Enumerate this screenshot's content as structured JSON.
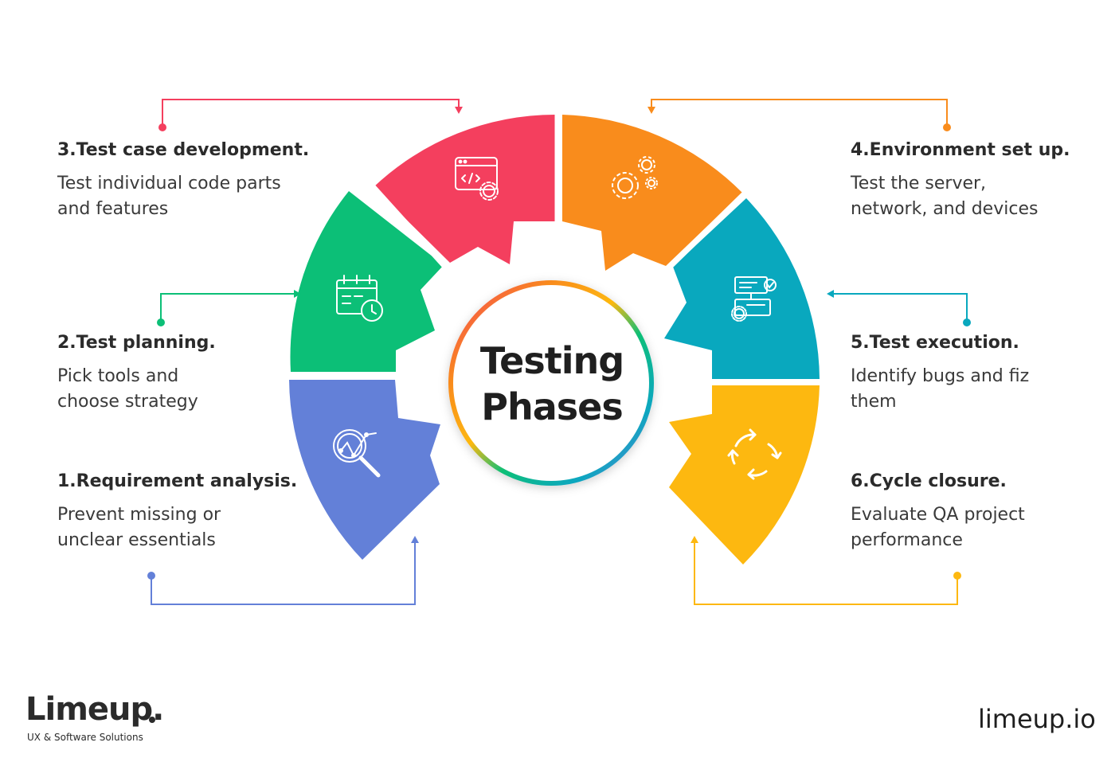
{
  "center": {
    "line1": "Testing",
    "line2": "Phases"
  },
  "phases": [
    {
      "title": "1.Requirement analysis.",
      "line1": "Prevent missing or",
      "line2": "unclear essentials",
      "color": "#6380D8",
      "icon": "magnifier-chart-icon"
    },
    {
      "title": "2.Test planning.",
      "line1": "Pick tools and",
      "line2": "choose strategy",
      "color": "#0CBF77",
      "icon": "calendar-clock-icon"
    },
    {
      "title": "3.Test case development.",
      "line1": "Test individual code parts",
      "line2": "and features",
      "color": "#F43F5E",
      "icon": "code-window-gear-icon"
    },
    {
      "title": "4.Environment set up.",
      "line1": "Test the server,",
      "line2": "network, and devices",
      "color": "#F98C1C",
      "icon": "gears-icon"
    },
    {
      "title": "5.Test execution.",
      "line1": "Identify bugs and fiz",
      "line2": "them",
      "color": "#09A8BE",
      "icon": "checklist-flow-icon"
    },
    {
      "title": "6.Cycle closure.",
      "line1": "Evaluate QA project",
      "line2": "performance",
      "color": "#FDB810",
      "icon": "cycle-arrows-icon"
    }
  ],
  "brand": {
    "name": "Limeup.",
    "tagline": "UX & Software Solutions",
    "site": "limeup.io"
  }
}
